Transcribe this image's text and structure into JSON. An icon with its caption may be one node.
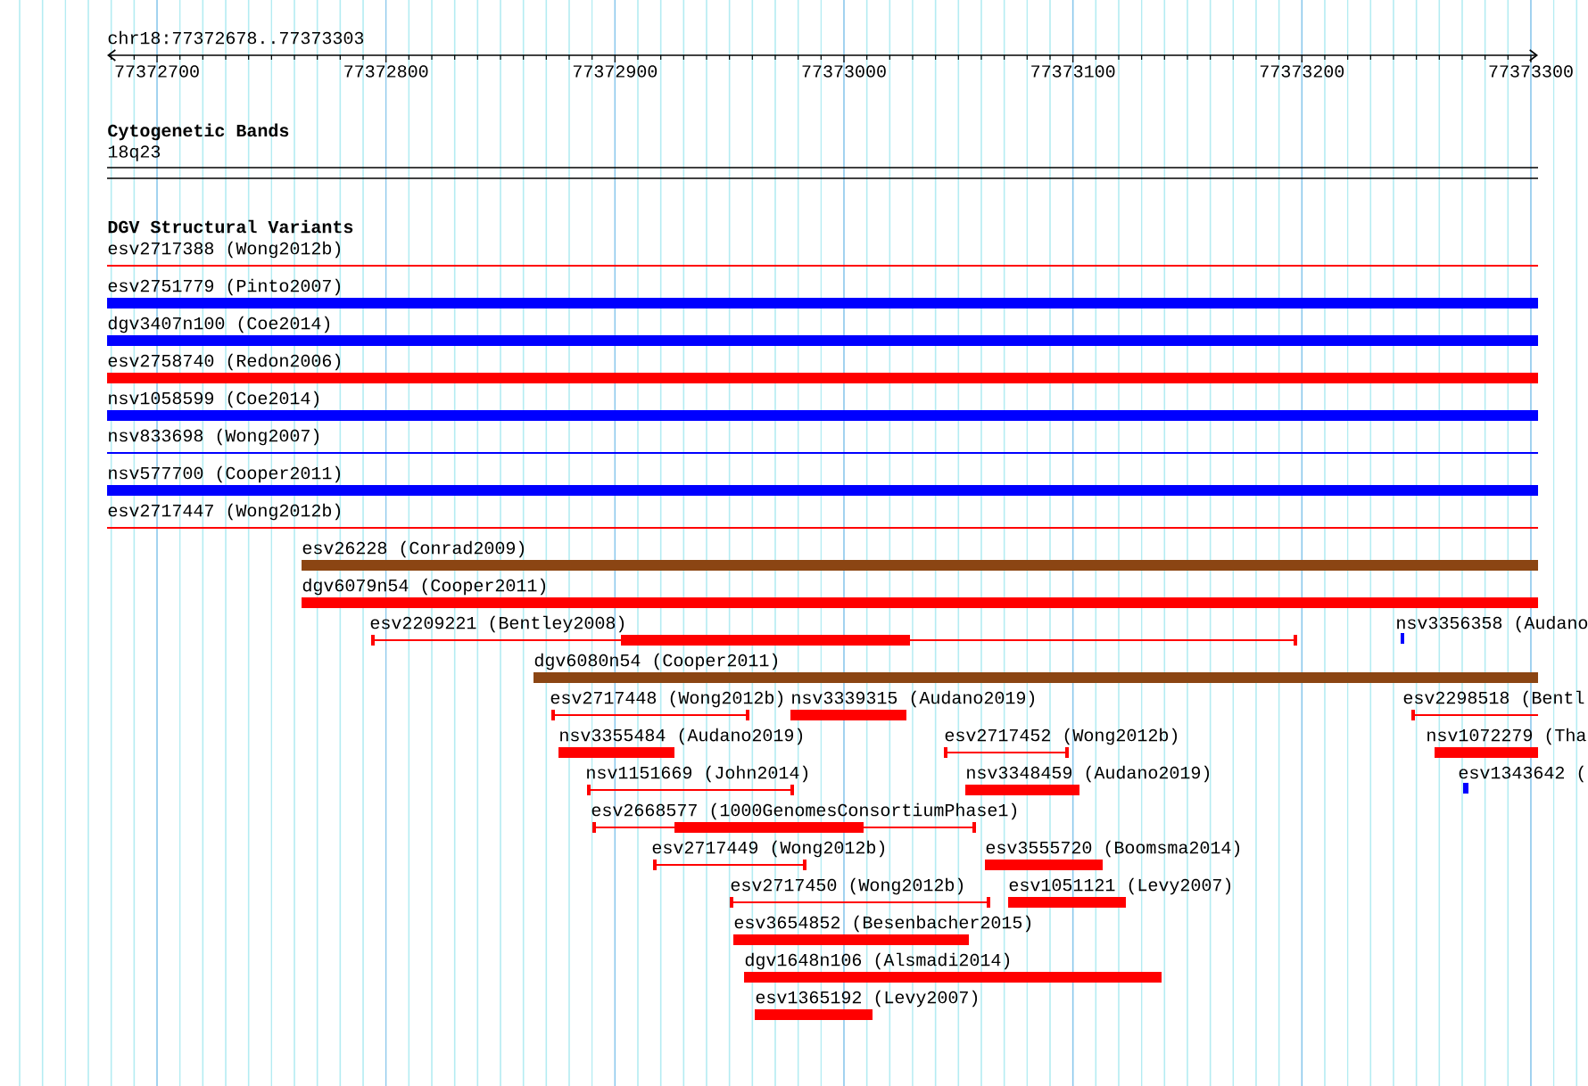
{
  "diagram": {
    "labels": [
      "chr18:77372678..77373303",
      "77372700",
      "77372800",
      "77372900",
      "77373000",
      "77373100",
      "77373200",
      "77373300",
      "Cytogenetic Bands",
      "18q23",
      "DGV Structural Variants",
      "esv2717388 (Wong2012b)",
      "esv2751779 (Pinto2007)",
      "dgv3407n100 (Coe2014)",
      "esv2758740 (Redon2006)",
      "nsv1058599 (Coe2014)",
      "nsv833698 (Wong2007)",
      "nsv577700 (Cooper2011)",
      "esv2717447 (Wong2012b)",
      "esv26228 (Conrad2009)",
      "dgv6079n54 (Cooper2011)",
      "esv2209221 (Bentley2008)",
      "nsv3356358 (Audano",
      "dgv6080n54 (Cooper2011)",
      "esv2717448 (Wong2012b)",
      "nsv3339315 (Audano2019)",
      "esv2298518 (Bentl",
      "nsv3355484 (Audano2019)",
      "esv2717452 (Wong2012b)",
      "nsv1072279 (Tha",
      "nsv1151669 (John2014)",
      "nsv3348459 (Audano2019)",
      "esv1343642 (",
      "esv2668577 (1000GenomesConsortiumPhase1)",
      "esv2717449 (Wong2012b)",
      "esv3555720 (Boomsma2014)",
      "esv2717450 (Wong2012b)",
      "esv1051121 (Levy2007)",
      "esv3654852 (Besenbacher2015)",
      "dgv1648n106 (Alsmadi2014)",
      "esv1365192 (Levy2007)"
    ]
  }
}
